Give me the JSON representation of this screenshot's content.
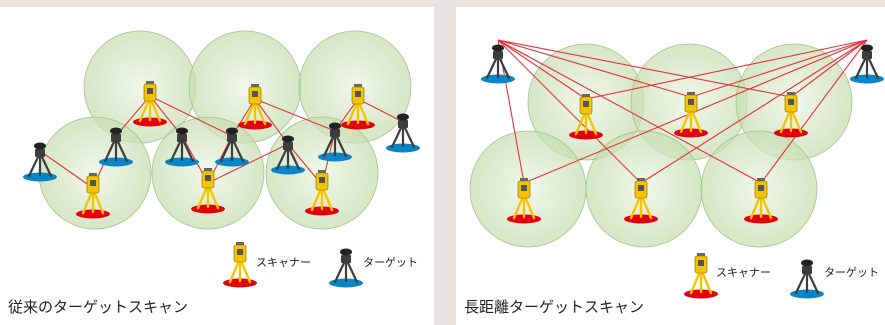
{
  "left_panel": {
    "caption": "従来のターゲットスキャン",
    "legend": {
      "scanner": "スキャナー",
      "target": "ターゲット"
    }
  },
  "right_panel": {
    "caption": "長距離ターゲットスキャン",
    "legend": {
      "scanner": "スキャナー",
      "target": "ターゲット"
    }
  },
  "colors": {
    "coverage_fill": "#c6ddb0",
    "coverage_edge": "#9fc58a",
    "line": "#e6333a",
    "scanner_body": "#f5c400",
    "scanner_base": "#e5000e",
    "target_body": "#3d3d3d",
    "target_base": "#0a86c8"
  },
  "icons": {
    "scanner": "laser-scanner-on-tripod-icon",
    "target": "target-on-tripod-icon"
  }
}
